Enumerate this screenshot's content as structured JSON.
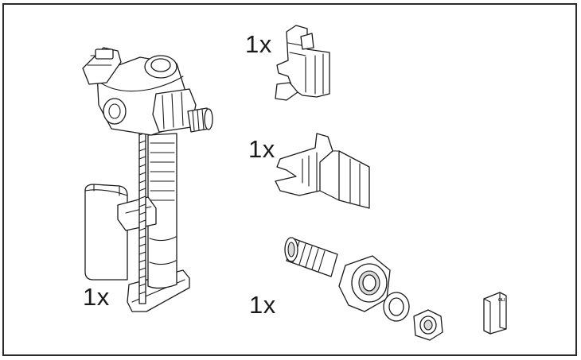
{
  "quantities": {
    "upper_clip": "1x",
    "bracket": "1x",
    "fill_valve": "1x",
    "connector_set": "1x"
  },
  "manual": {
    "label": "OLI"
  }
}
